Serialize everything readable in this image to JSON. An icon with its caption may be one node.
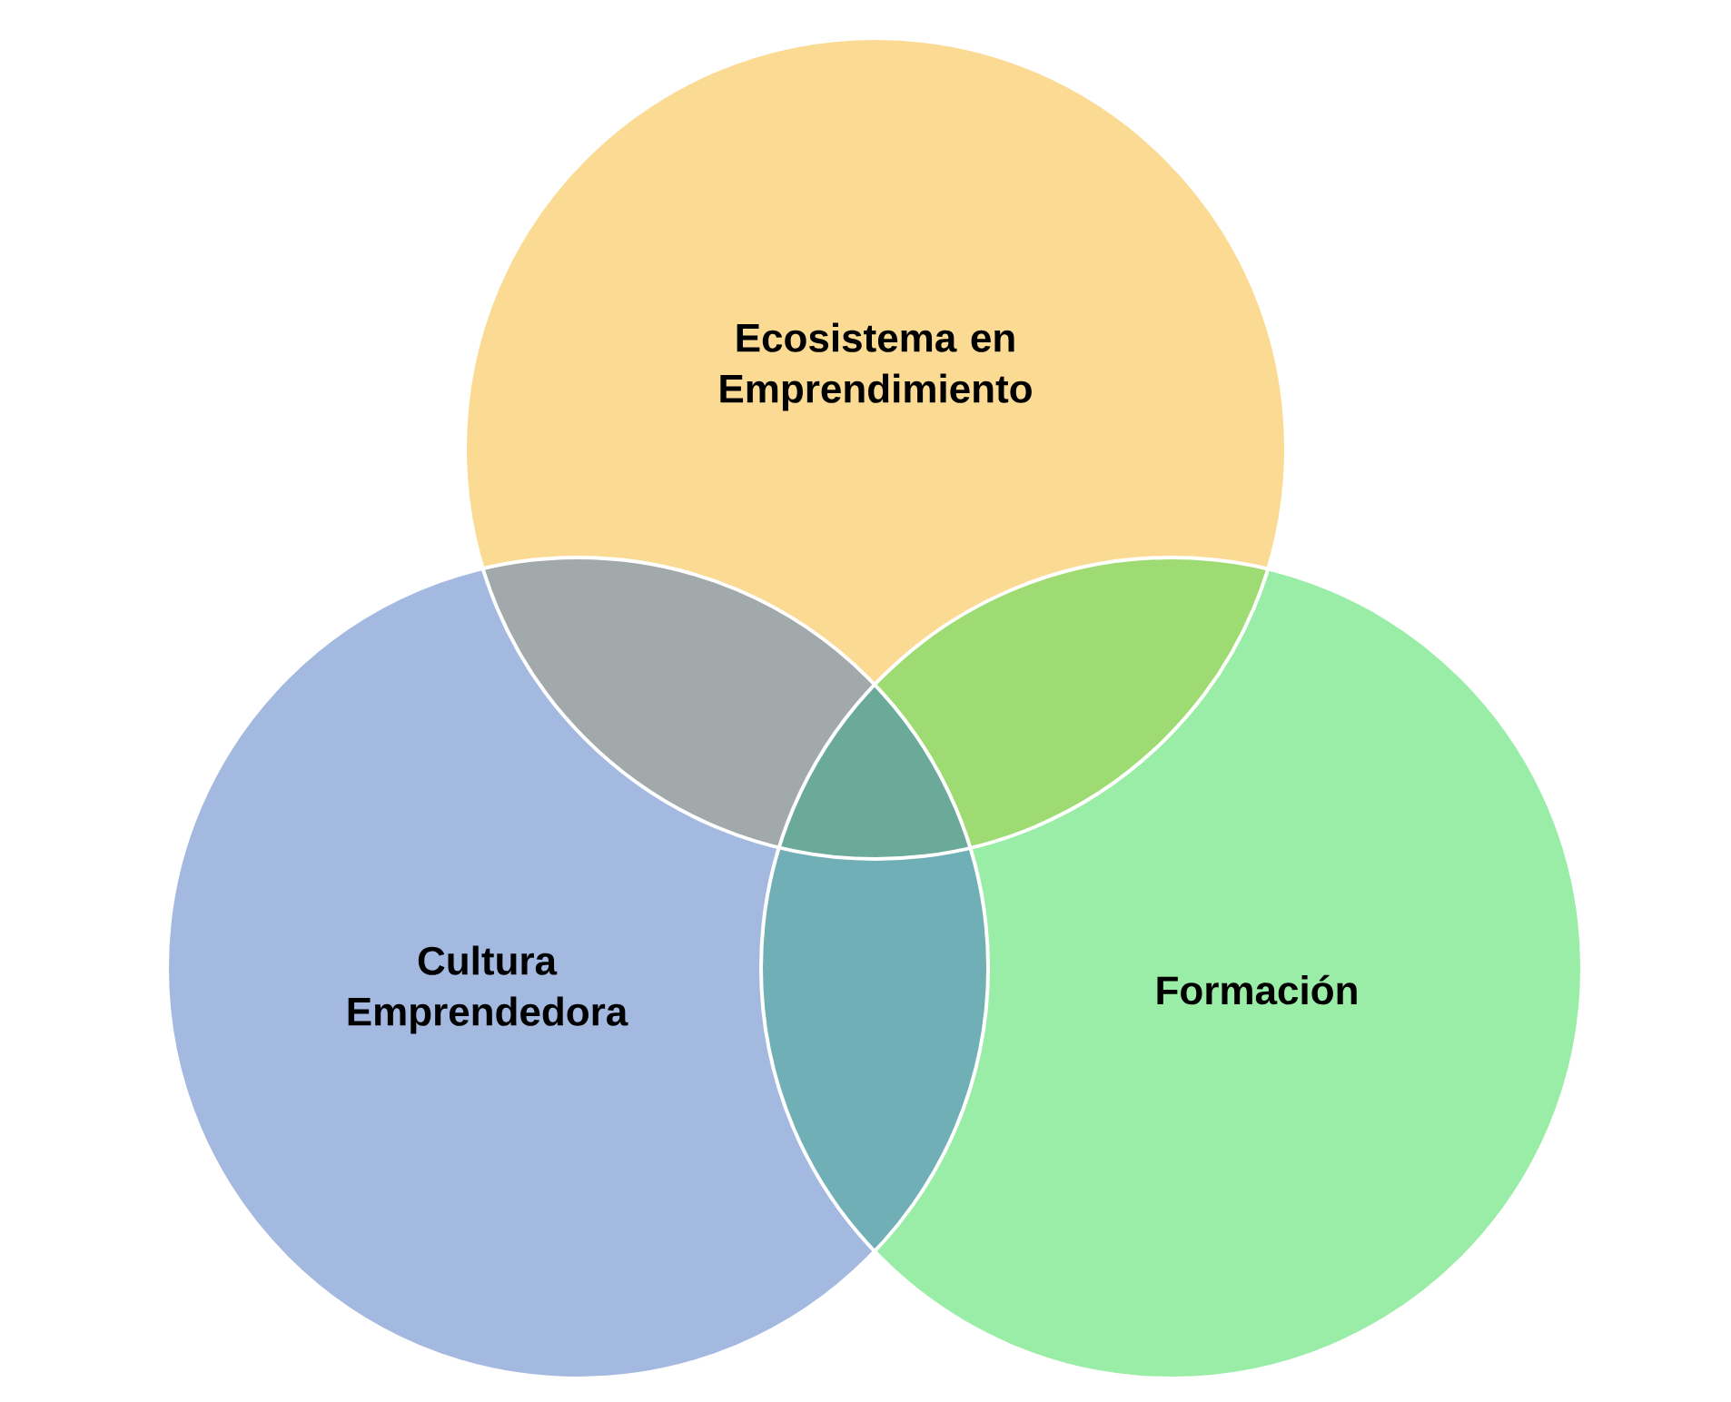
{
  "diagram": {
    "nodes": [
      {
        "text": [
          "Ecosistema en Emprendimiento"
        ]
      },
      {
        "text": [
          "Cultura Emprendedora"
        ]
      },
      {
        "text": [
          "Formación"
        ]
      }
    ]
  }
}
